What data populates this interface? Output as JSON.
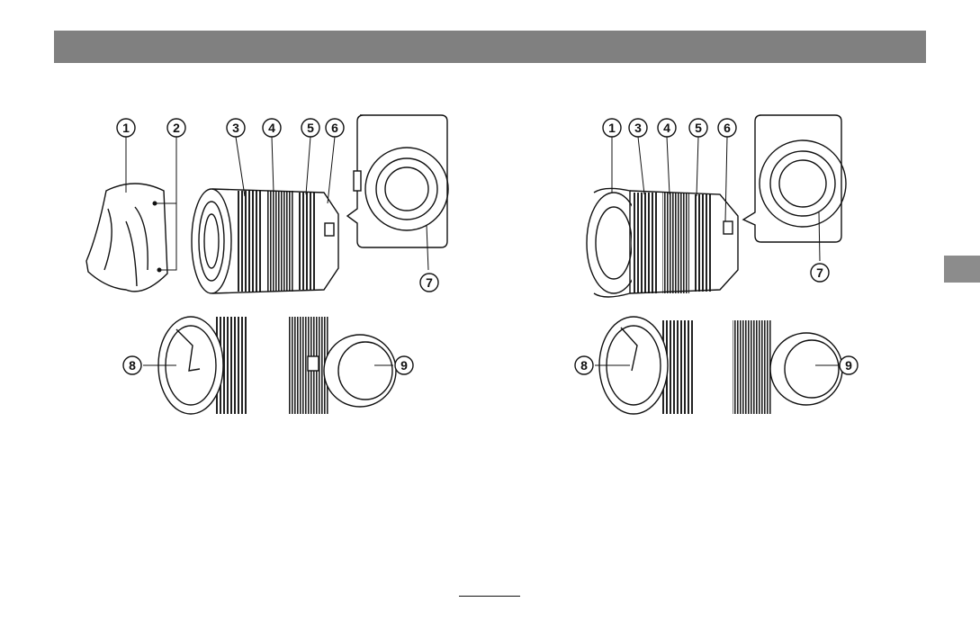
{
  "callouts": {
    "left": [
      "1",
      "2",
      "3",
      "4",
      "5",
      "6",
      "7",
      "8",
      "9"
    ],
    "right": [
      "1",
      "3",
      "4",
      "5",
      "6",
      "7",
      "8",
      "9"
    ]
  },
  "colors": {
    "header": "#808080",
    "side_tab": "#8c8c8c",
    "ink": "#111111"
  }
}
